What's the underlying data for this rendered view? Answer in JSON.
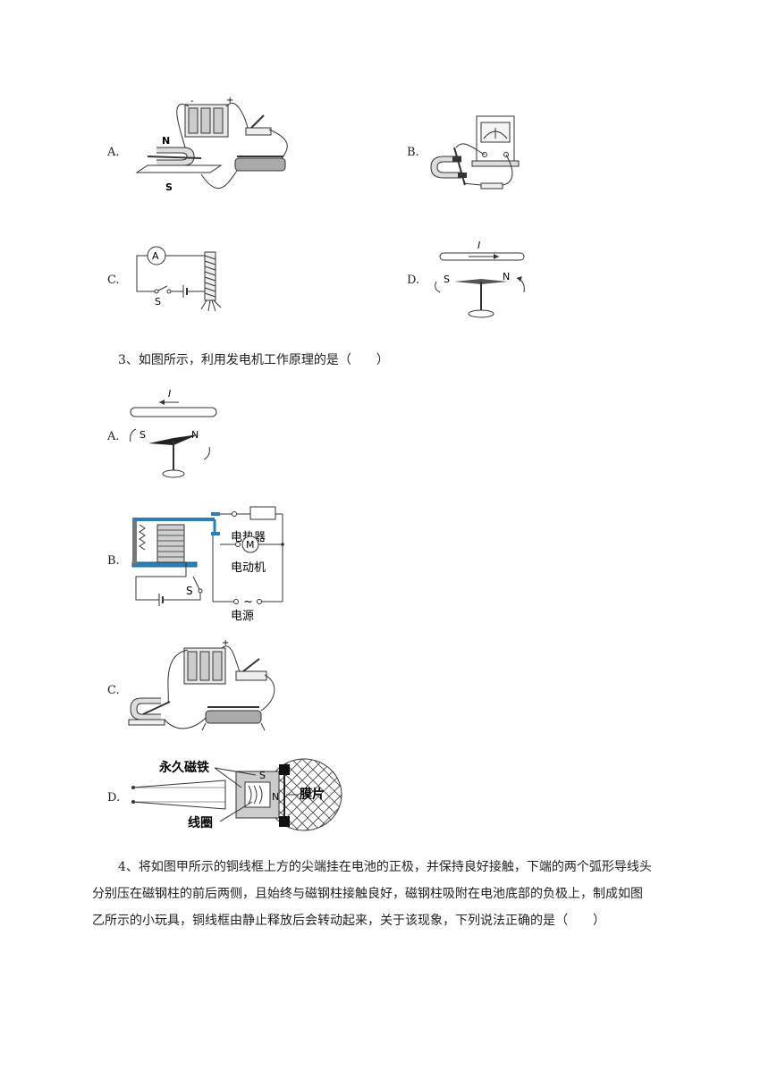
{
  "q2": {
    "options": [
      "A.",
      "B.",
      "C.",
      "D."
    ],
    "figA": {
      "n": "N",
      "s": "S",
      "minus": "-",
      "plus": "+"
    },
    "figC": {
      "meter": "A",
      "switch": "S"
    },
    "figD": {
      "current": "I",
      "s": "S",
      "n": "N"
    }
  },
  "q3": {
    "text": "3、如图所示，利用发电机工作原理的是（　　）",
    "options": [
      "A.",
      "B.",
      "C.",
      "D."
    ],
    "figA": {
      "current": "I",
      "s": "S",
      "n": "N"
    },
    "figB": {
      "heater": "电热器",
      "motor_symbol": "M",
      "motor": "电动机",
      "switch": "S",
      "source_symbol": "~",
      "source": "电源"
    },
    "figC": {
      "plus": "+"
    },
    "figD": {
      "magnet": "永久磁铁",
      "s": "S",
      "n": "N",
      "film": "膜片",
      "coil": "线圈"
    }
  },
  "q4": {
    "line1": "4、将如图甲所示的铜线框上方的尖端挂在电池的正极，并保持良好接触，下端的两个弧形导线头",
    "line2": "分别压在磁钢柱的前后两侧，且始终与磁钢柱接触良好，磁钢柱吸附在电池底部的负极上，制成如图",
    "line3": "乙所示的小玩具，铜线框由静止释放后会转动起来，关于该现象，下列说法正确的是（　　）"
  }
}
